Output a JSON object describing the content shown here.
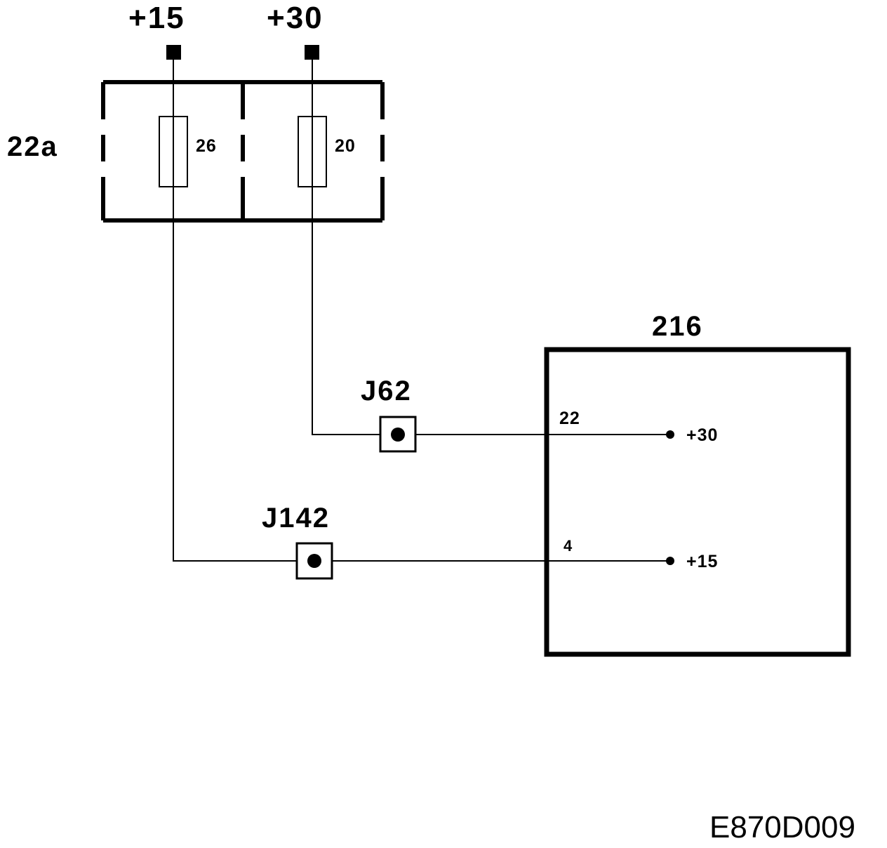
{
  "supply": {
    "terminal_15": "+15",
    "terminal_30": "+30"
  },
  "fuse_box": {
    "label": "22a",
    "fuse_left_number": "26",
    "fuse_right_number": "20"
  },
  "connectors": {
    "upper": "J62",
    "lower": "J142"
  },
  "module": {
    "label": "216",
    "pin_upper_number": "22",
    "pin_upper_signal": "+30",
    "pin_lower_number": "4",
    "pin_lower_signal": "+15"
  },
  "drawing_code": "E870D009"
}
